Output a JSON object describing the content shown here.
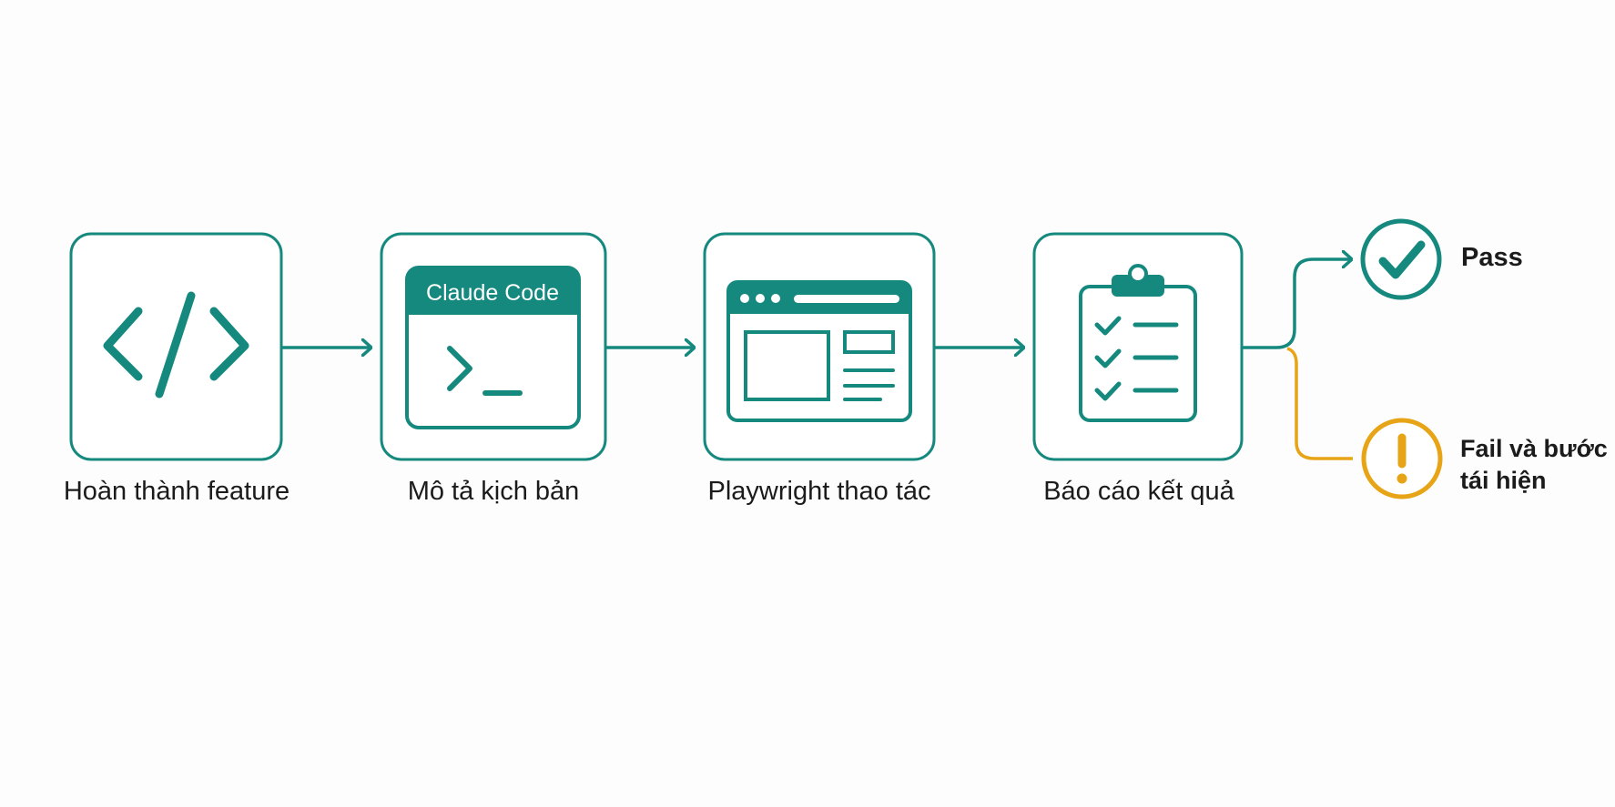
{
  "colors": {
    "teal": "#16897f",
    "amber": "#e8a417",
    "text": "#1b1b1b",
    "background": "#fdfdfd"
  },
  "steps": [
    {
      "label": "Hoàn thành feature",
      "icon": "code-icon"
    },
    {
      "label": "Mô tả kịch bản",
      "icon": "terminal-window-icon",
      "window_title": "Claude Code"
    },
    {
      "label": "Playwright thao tác",
      "icon": "browser-window-icon"
    },
    {
      "label": "Báo cáo kết quả",
      "icon": "clipboard-checklist-icon"
    }
  ],
  "outcomes": {
    "pass": {
      "label": "Pass",
      "icon": "check-circle-icon"
    },
    "fail": {
      "label_line1": "Fail và bước",
      "label_line2": "tái hiện",
      "icon": "exclamation-circle-icon"
    }
  }
}
